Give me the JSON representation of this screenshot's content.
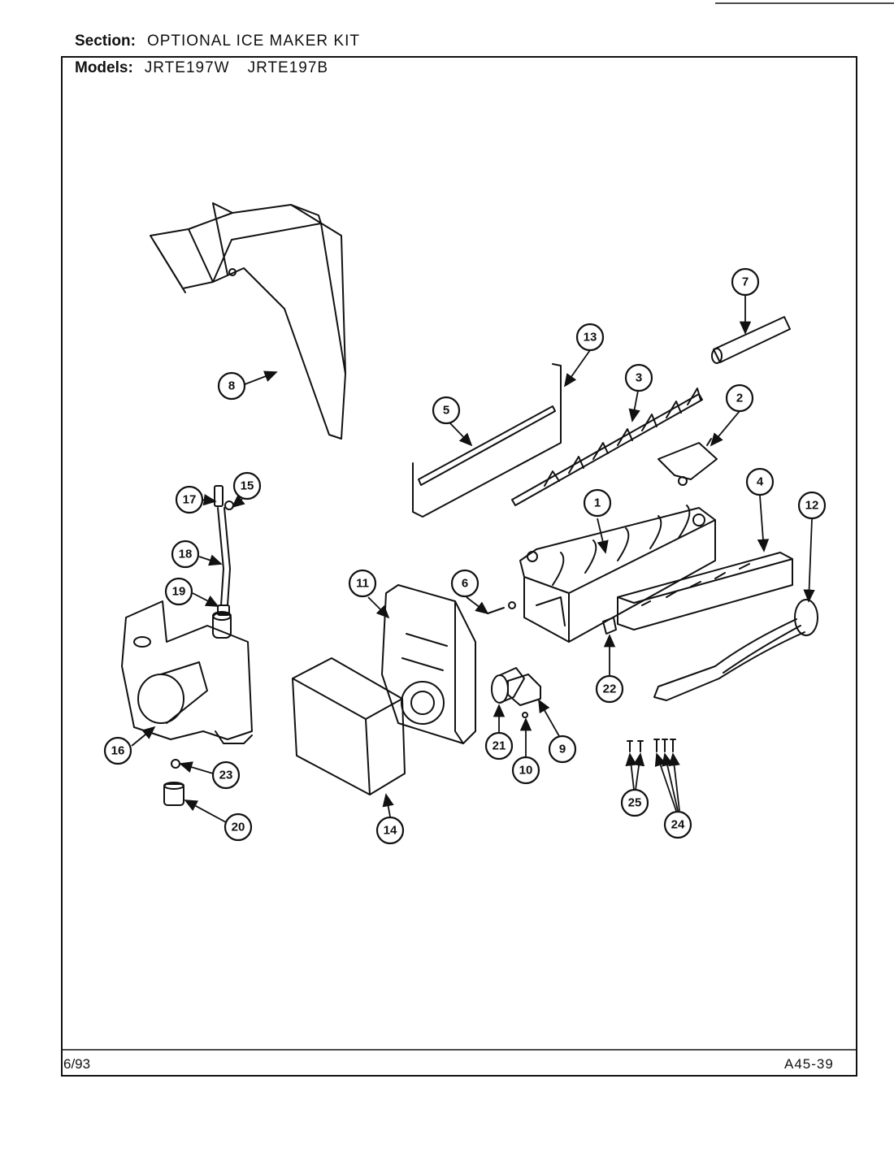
{
  "header": {
    "section_label": "Section:",
    "section_value": "OPTIONAL ICE MAKER KIT",
    "models_label": "Models:",
    "models": [
      "JRTE197W",
      "JRTE197B"
    ]
  },
  "footer": {
    "date": "6/93",
    "code": "A45-39"
  },
  "callouts": [
    "1",
    "2",
    "3",
    "4",
    "5",
    "6",
    "7",
    "8",
    "9",
    "10",
    "11",
    "12",
    "13",
    "14",
    "15",
    "16",
    "17",
    "18",
    "19",
    "20",
    "21",
    "22",
    "23",
    "24",
    "25"
  ]
}
